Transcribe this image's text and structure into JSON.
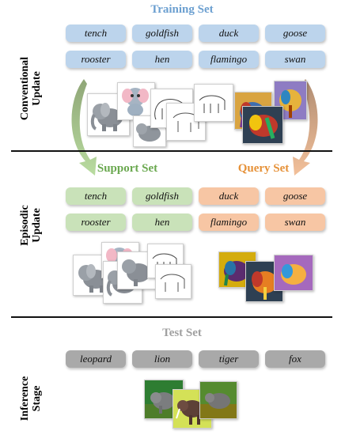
{
  "sections": {
    "conventional": {
      "label_line1": "Conventional",
      "label_line2": "Update",
      "header": "Training Set",
      "header_color": "#6b9fd0",
      "items": [
        "tench",
        "goldfish",
        "duck",
        "goose",
        "rooster",
        "hen",
        "flamingo",
        "swan"
      ]
    },
    "episodic": {
      "label_line1": "Episodic",
      "label_line2": "Update",
      "support_header": "Support Set",
      "support_color": "#6aa84f",
      "query_header": "Query Set",
      "query_color": "#e69138",
      "support_items": [
        "tench",
        "goldfish",
        "rooster",
        "hen"
      ],
      "query_items": [
        "duck",
        "goose",
        "flamingo",
        "swan"
      ]
    },
    "inference": {
      "label_line1": "Inference",
      "label_line2": "Stage",
      "header": "Test Set",
      "header_color": "#a0a0a0",
      "items": [
        "leopard",
        "lion",
        "tiger",
        "fox"
      ]
    }
  },
  "icons": [
    "cartoon-elephant-image",
    "sketch-elephant-image",
    "painting-elephant-image",
    "photo-elephant-image",
    "arrow-left-icon",
    "arrow-right-icon"
  ]
}
